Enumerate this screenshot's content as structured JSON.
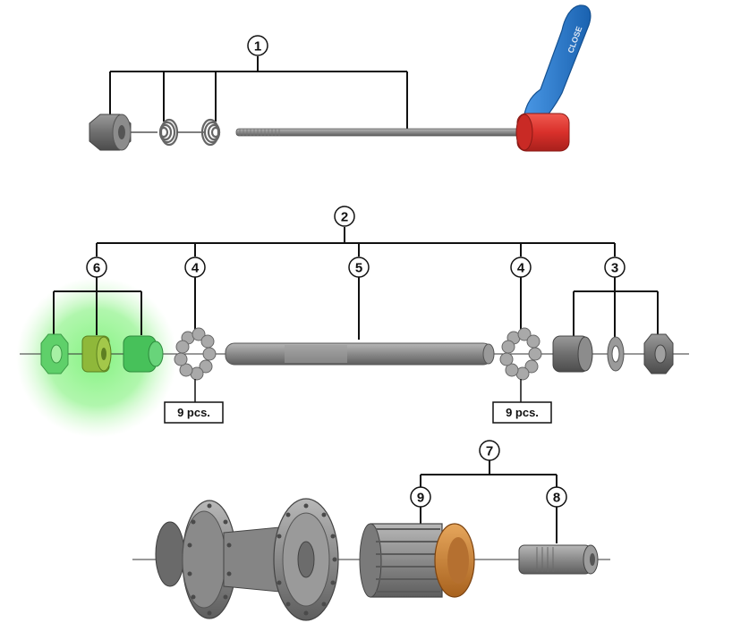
{
  "callouts": {
    "c1": "1",
    "c2": "2",
    "c3": "3",
    "c4a": "4",
    "c4b": "4",
    "c5": "5",
    "c6": "6",
    "c7": "7",
    "c8": "8",
    "c9": "9"
  },
  "labels": {
    "pcs_left": "9 pcs.",
    "pcs_right": "9 pcs."
  },
  "lever_logo": "CLOSE",
  "colors": {
    "lever": "#1f74c9",
    "lever_cap": "#d9302b",
    "highlight": "#7ef27a",
    "bearing_orange": "#c97a2a",
    "part_gray": "#7d7d7d"
  },
  "icons": [
    "qr-skewer",
    "hub-axle",
    "hub-shell",
    "freewheel-body",
    "spacer-sleeve",
    "bearing-balls"
  ]
}
